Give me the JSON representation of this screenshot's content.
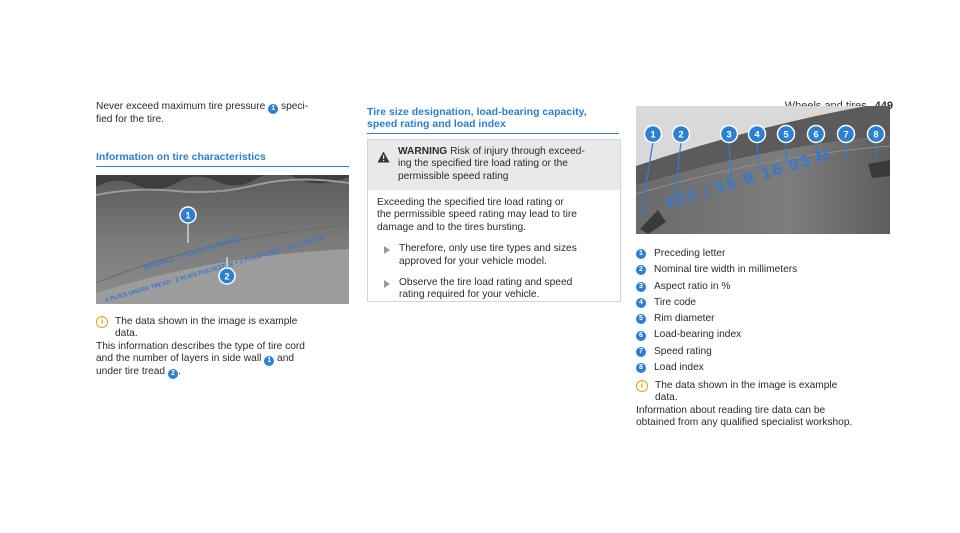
{
  "header": {
    "section": "Wheels and tires",
    "page": "449"
  },
  "left": {
    "intro_before": "Never exceed maximum tire pressure",
    "intro_num": "1",
    "intro_after_line1": "speci-",
    "intro_line2": "fied for the tire.",
    "section_title": "Information on tire characteristics",
    "image": {
      "sidewall_text": "SIDEWALL : 2 PLIES POLYESTER",
      "tread_text": "6 PLIES UNDER TREAD : 2 PLIES POLYESTER + 2 PLIES STEEL + 1PLY NYLON",
      "callout1": "1",
      "callout2": "2"
    },
    "note_line1": "The data shown in the image is example",
    "note_line2": "data.",
    "desc_line1": "This information describes the type of tire cord",
    "desc_line2_before": "and the number of layers in side wall",
    "desc_num1": "1",
    "desc_line2_after": "and",
    "desc_line3_before": "under tire tread",
    "desc_num2": "2",
    "desc_line3_after": "."
  },
  "middle": {
    "section_title_line1": "Tire size designation, load-bearing capacity,",
    "section_title_line2": "speed rating and load index",
    "warning_label": "WARNING",
    "warning_line1": "Risk of injury through exceed-",
    "warning_line2": "ing the specified tire load rating or the",
    "warning_line3": "permissible speed rating",
    "body_line1": "Exceeding the specified tire load rating or",
    "body_line2": "the permissible speed rating may lead to tire",
    "body_line3": "damage and to the tires bursting.",
    "bullet1_line1": "Therefore, only use tire types and sizes",
    "bullet1_line2": "approved for your vehicle model.",
    "bullet2_line1": "Observe the tire load rating and speed",
    "bullet2_line2": "rating required for your vehicle."
  },
  "right": {
    "image": {
      "size_text": "225 / 55  R  16   95  H",
      "callouts": [
        "1",
        "2",
        "3",
        "4",
        "5",
        "6",
        "7",
        "8"
      ]
    },
    "legend": [
      {
        "num": "1",
        "label": "Preceding letter"
      },
      {
        "num": "2",
        "label": "Nominal tire width in millimeters"
      },
      {
        "num": "3",
        "label": "Aspect ratio in %"
      },
      {
        "num": "4",
        "label": "Tire code"
      },
      {
        "num": "5",
        "label": "Rim diameter"
      },
      {
        "num": "6",
        "label": "Load-bearing index"
      },
      {
        "num": "7",
        "label": "Speed rating"
      },
      {
        "num": "8",
        "label": "Load index"
      }
    ],
    "note_line1": "The data shown in the image is example",
    "note_line2": "data.",
    "info_line1": "Information about reading tire data can be",
    "info_line2": "obtained from any qualified specialist workshop."
  },
  "colors": {
    "accent": "#2d7fd1",
    "info": "#e0a020",
    "warning_bg": "#e9e9e9"
  },
  "icons": {
    "warning": "warning-triangle-icon",
    "info": "info-icon",
    "bullet": "arrow-bullet-icon"
  }
}
